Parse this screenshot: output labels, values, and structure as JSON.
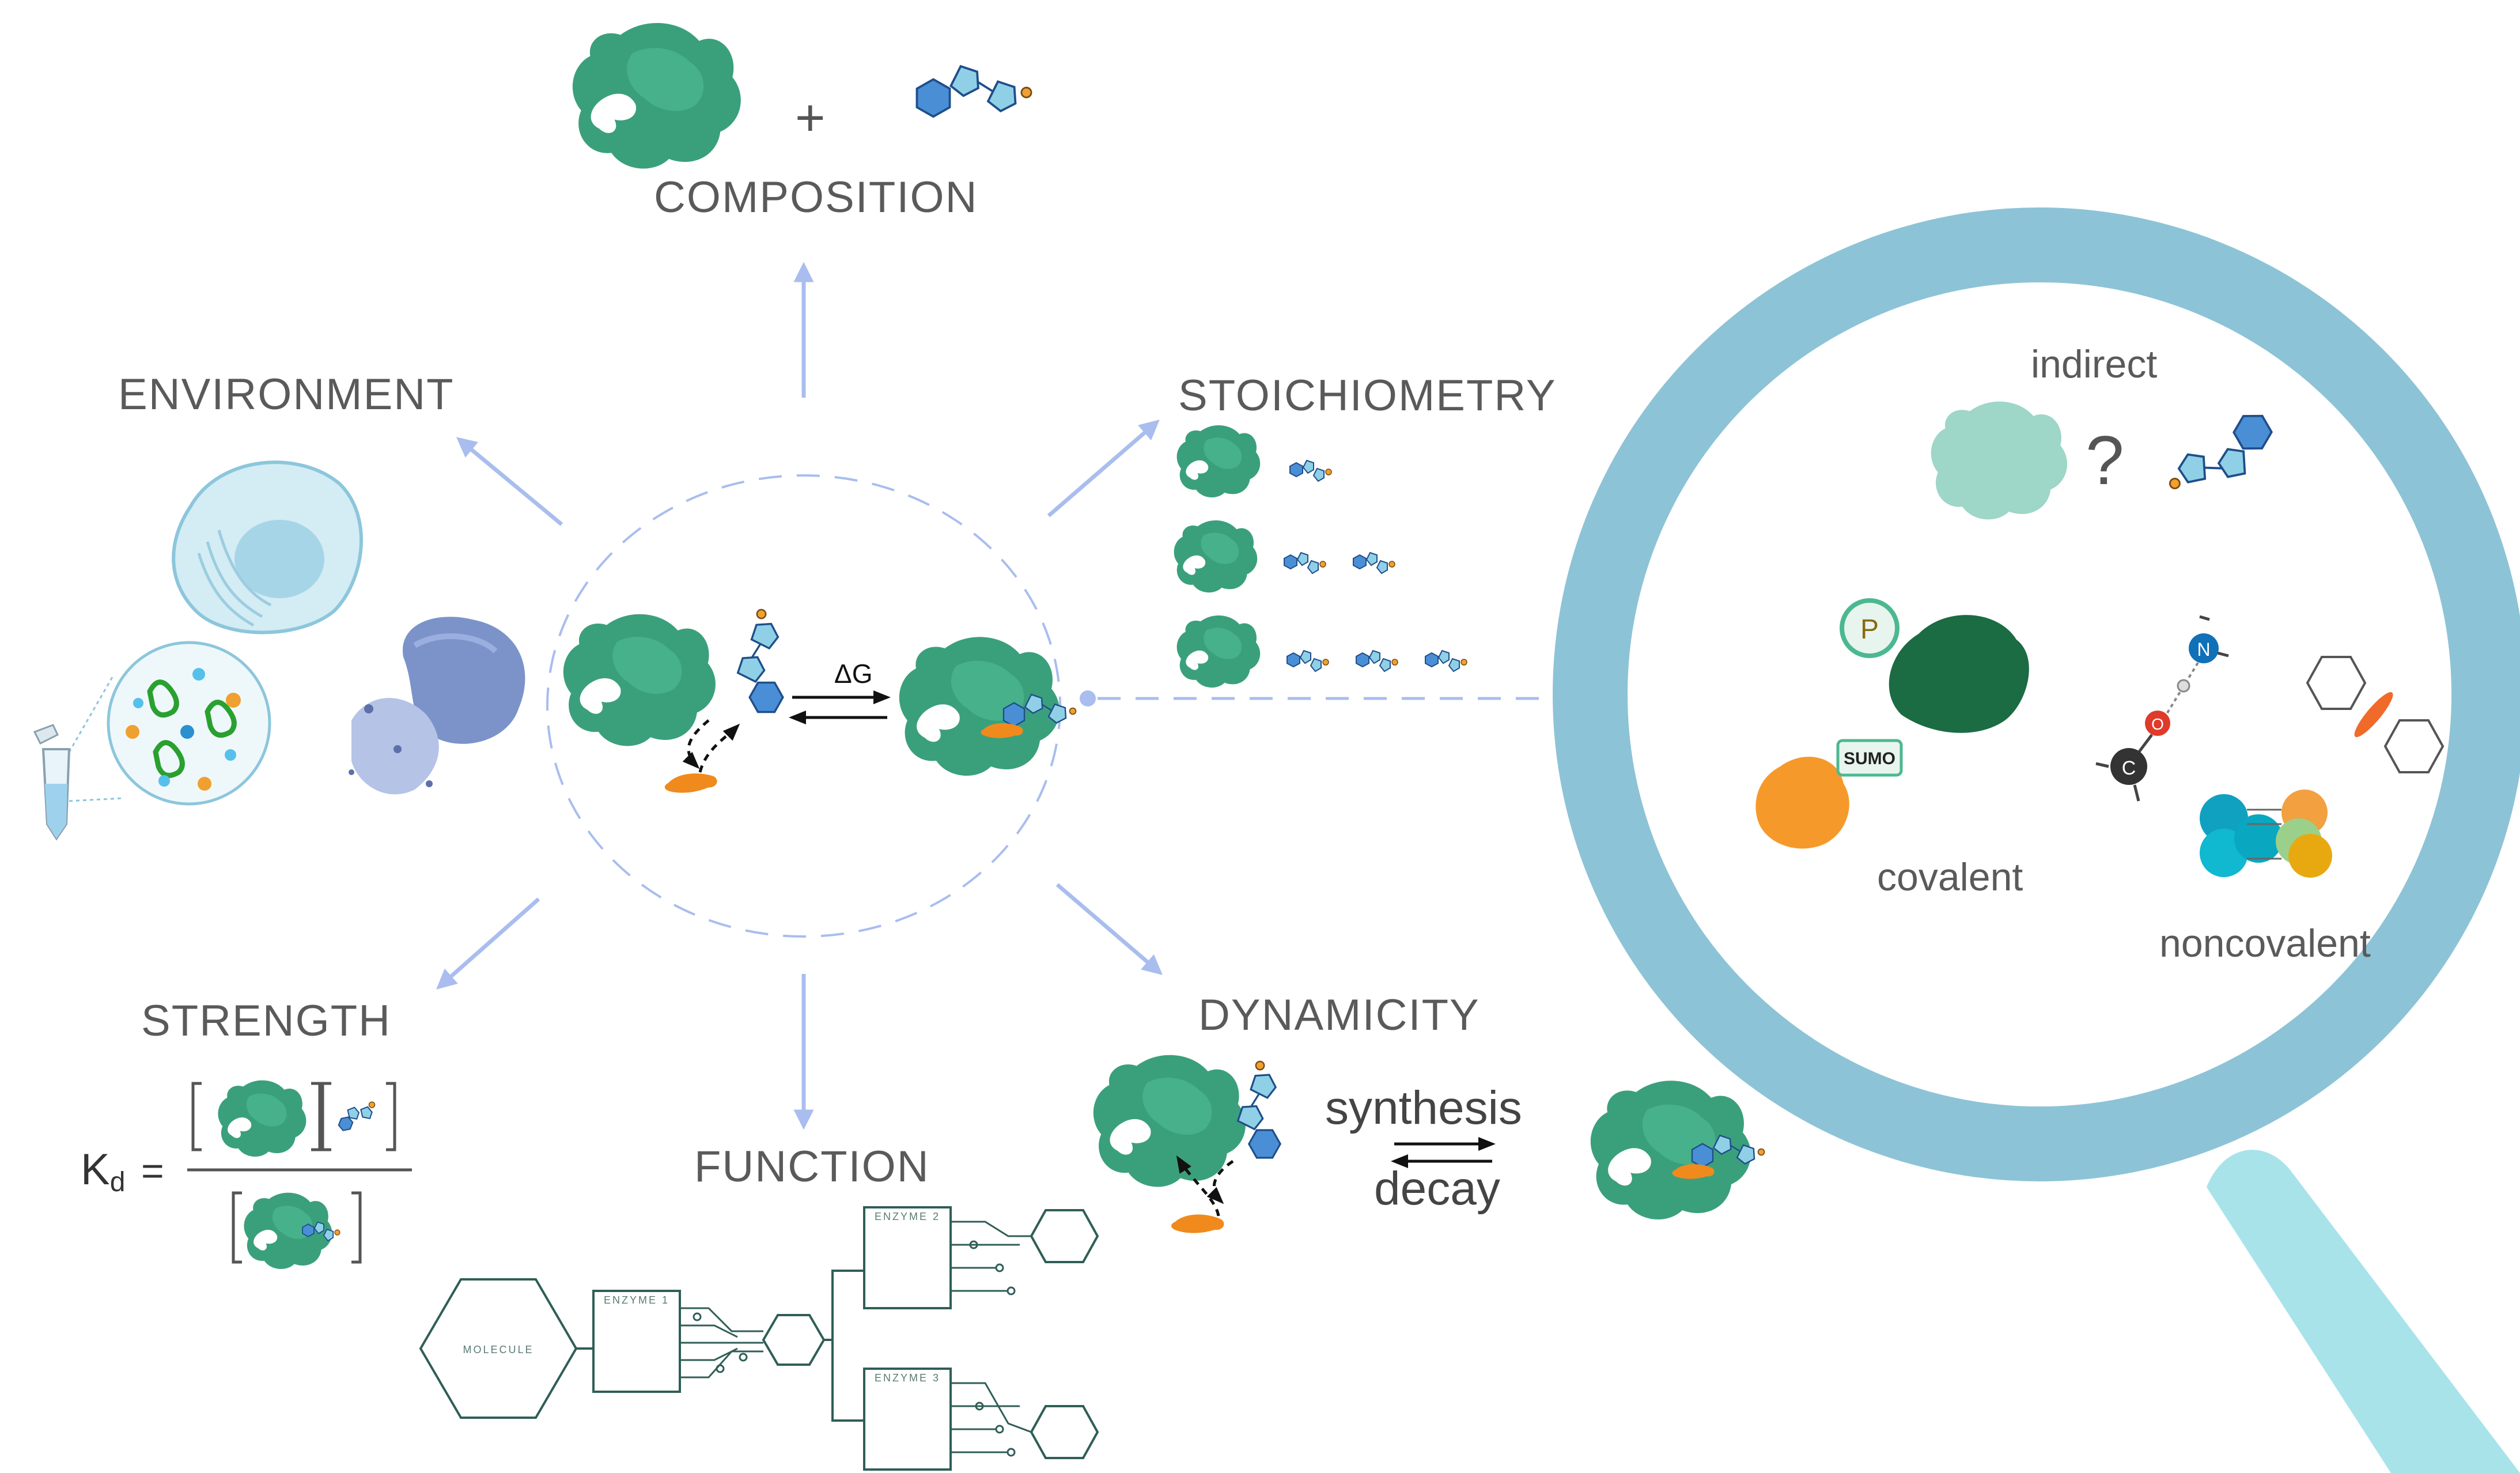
{
  "labels": {
    "composition": "COMPOSITION",
    "environment": "ENVIRONMENT",
    "stoichiometry": "STOICHIOMETRY",
    "strength": "STRENGTH",
    "function": "FUNCTION",
    "dynamicity": "DYNAMICITY"
  },
  "center": {
    "delta_g": "ΔG"
  },
  "composition_plus": "+",
  "strength_eq": {
    "k": "K",
    "sub": "d",
    "equals": "="
  },
  "dynamicity": {
    "forward": "synthesis",
    "reverse": "decay"
  },
  "function_diagram": {
    "molecule": "MOLECULE",
    "enzyme1": "ENZYME 1",
    "enzyme2": "ENZYME 2",
    "enzyme3": "ENZYME 3"
  },
  "magnifier": {
    "indirect": "indirect",
    "question": "?",
    "covalent": "covalent",
    "noncovalent": "noncovalent",
    "phospho_tag": "P",
    "sumo_tag": "SUMO",
    "atom_n": "N",
    "atom_o": "O",
    "atom_c": "C"
  },
  "colors": {
    "protein": "#3aa07c",
    "protein_dark": "#1f6e4f",
    "ligand_blue": "#4a8fd6",
    "ligand_light": "#8fd0e6",
    "orange": "#f08a1c",
    "arrow": "#a9bdee",
    "lens_ring": "#8dc3d6",
    "handle": "#a8e3ea",
    "label_gray": "#5a5a5a"
  }
}
